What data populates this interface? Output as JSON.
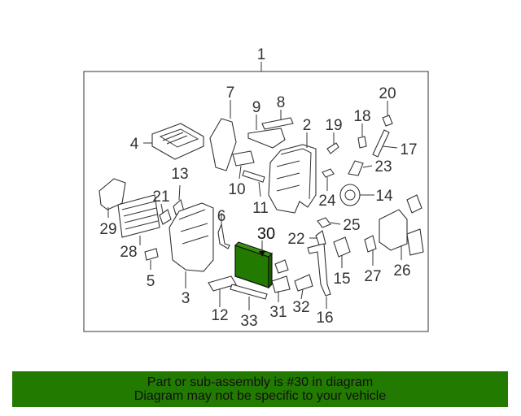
{
  "diagram": {
    "callouts": {
      "c1": "1",
      "c2": "2",
      "c3": "3",
      "c4": "4",
      "c5": "5",
      "c6": "6",
      "c7": "7",
      "c8": "8",
      "c9": "9",
      "c10": "10",
      "c11": "11",
      "c12": "12",
      "c13": "13",
      "c14": "14",
      "c15": "15",
      "c16": "16",
      "c17": "17",
      "c18": "18",
      "c19": "19",
      "c20": "20",
      "c21": "21",
      "c22": "22",
      "c23": "23",
      "c24": "24",
      "c25": "25",
      "c26": "26",
      "c27": "27",
      "c28": "28",
      "c29": "29",
      "c30": "30",
      "c31": "31",
      "c32": "32",
      "c33": "33"
    },
    "highlighted_part": "30",
    "highlight_color": "#237a00"
  },
  "banner": {
    "line1": "Part or sub-assembly is #30 in diagram",
    "line2": "Diagram may not be specific to your vehicle",
    "background": "#237a00"
  }
}
